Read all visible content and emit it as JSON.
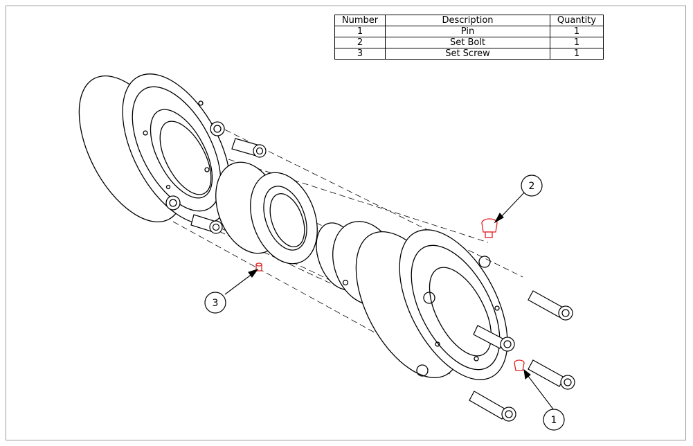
{
  "bom": {
    "headers": {
      "number": "Number",
      "description": "Description",
      "quantity": "Quantity"
    },
    "rows": [
      {
        "number": "1",
        "description": "Pin",
        "quantity": "1"
      },
      {
        "number": "2",
        "description": "Set Bolt",
        "quantity": "1"
      },
      {
        "number": "3",
        "description": "Set Screw",
        "quantity": "1"
      }
    ]
  },
  "balloons": [
    {
      "label": "1"
    },
    {
      "label": "2"
    },
    {
      "label": "3"
    }
  ],
  "colors": {
    "highlight": "#e02020",
    "line": "#000000",
    "frame": "#9a9a9a"
  }
}
